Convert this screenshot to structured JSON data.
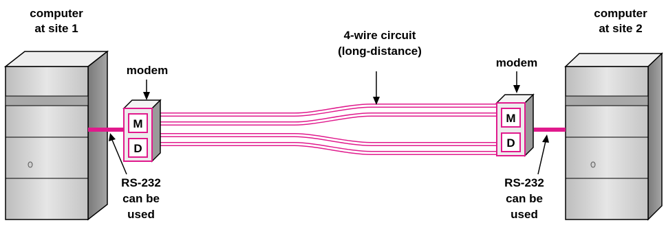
{
  "labels": {
    "computer_left": [
      "computer",
      "at site 1"
    ],
    "computer_right": [
      "computer",
      "at site 2"
    ],
    "modem_left": "modem",
    "modem_right": "modem",
    "circuit": [
      "4-wire circuit",
      "(long-distance)"
    ],
    "rs232_left": [
      "RS-232",
      "can be",
      "used"
    ],
    "rs232_right": [
      "RS-232",
      "can be",
      "used"
    ],
    "modem_m": "M",
    "modem_d": "D"
  },
  "colors": {
    "wire": "#e0198c",
    "cable": "#e0198c",
    "tower_front": "#d4d4d4",
    "tower_side": "#8f8f8f",
    "tower_top": "#ececec",
    "modem_front": "#ececec",
    "modem_side": "#9a9a9a",
    "outline": "#000000"
  }
}
